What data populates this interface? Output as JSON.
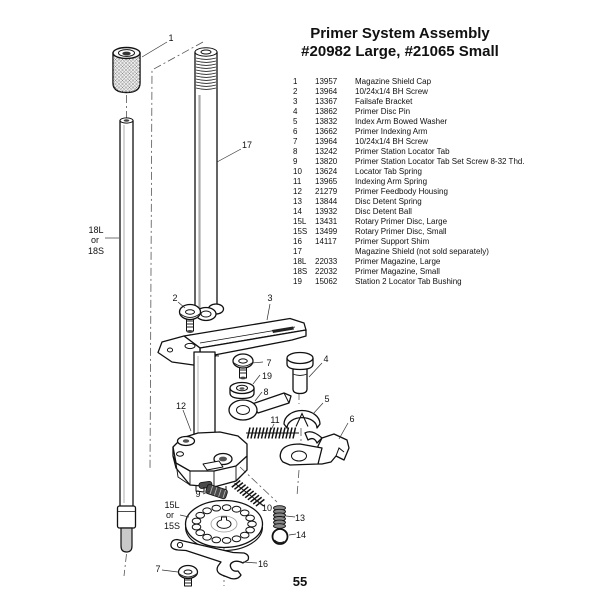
{
  "title": {
    "line1": "Primer System Assembly",
    "line2": "#20982 Large, #21065 Small"
  },
  "page_number": "55",
  "parts_list": {
    "rows": [
      {
        "ref": "1",
        "num": "13957",
        "desc": "Magazine Shield Cap"
      },
      {
        "ref": "2",
        "num": "13964",
        "desc": "10/24x1/4 BH Screw"
      },
      {
        "ref": "3",
        "num": "13367",
        "desc": "Failsafe Bracket"
      },
      {
        "ref": "4",
        "num": "13862",
        "desc": "Primer Disc Pin"
      },
      {
        "ref": "5",
        "num": "13832",
        "desc": "Index Arm Bowed Washer"
      },
      {
        "ref": "6",
        "num": "13662",
        "desc": "Primer Indexing Arm"
      },
      {
        "ref": "7",
        "num": "13964",
        "desc": "10/24x1/4 BH Screw"
      },
      {
        "ref": "8",
        "num": "13242",
        "desc": "Primer Station Locator Tab"
      },
      {
        "ref": "9",
        "num": "13820",
        "desc": "Primer Station Locator Tab Set Screw 8-32 Thd."
      },
      {
        "ref": "10",
        "num": "13624",
        "desc": "Locator Tab Spring"
      },
      {
        "ref": "11",
        "num": "13965",
        "desc": "Indexing Arm Spring"
      },
      {
        "ref": "12",
        "num": "21279",
        "desc": "Primer Feedbody Housing"
      },
      {
        "ref": "13",
        "num": "13844",
        "desc": "Disc Detent Spring"
      },
      {
        "ref": "14",
        "num": "13932",
        "desc": "Disc Detent Ball"
      },
      {
        "ref": "15L",
        "num": "13431",
        "desc": "Rotary Primer Disc, Large"
      },
      {
        "ref": "15S",
        "num": "13499",
        "desc": "Rotary Primer Disc, Small"
      },
      {
        "ref": "16",
        "num": "14117",
        "desc": "Primer Support Shim"
      },
      {
        "ref": "17",
        "num": "",
        "desc": "Magazine Shield (not sold separately)"
      },
      {
        "ref": "18L",
        "num": "22033",
        "desc": "Primer Magazine, Large"
      },
      {
        "ref": "18S",
        "num": "22032",
        "desc": "Primer Magazine, Small"
      },
      {
        "ref": "19",
        "num": "15062",
        "desc": "Station 2 Locator Tab Bushing"
      }
    ]
  },
  "diagram": {
    "labels": [
      {
        "text": "1"
      },
      {
        "text": "17"
      },
      {
        "text": "18L"
      },
      {
        "text": "or"
      },
      {
        "text": "18S"
      },
      {
        "text": "2"
      },
      {
        "text": "3"
      },
      {
        "text": "7"
      },
      {
        "text": "19"
      },
      {
        "text": "8"
      },
      {
        "text": "4"
      },
      {
        "text": "5"
      },
      {
        "text": "11"
      },
      {
        "text": "6"
      },
      {
        "text": "12"
      },
      {
        "text": "9"
      },
      {
        "text": "10"
      },
      {
        "text": "15L"
      },
      {
        "text": "or"
      },
      {
        "text": "15S"
      },
      {
        "text": "13"
      },
      {
        "text": "14"
      },
      {
        "text": "16"
      },
      {
        "text": "7"
      }
    ]
  },
  "colors": {
    "ink": "#111111",
    "paper": "#ffffff",
    "metal_gray": "#9a9a9a",
    "dark_fill": "#4a4a4a"
  }
}
